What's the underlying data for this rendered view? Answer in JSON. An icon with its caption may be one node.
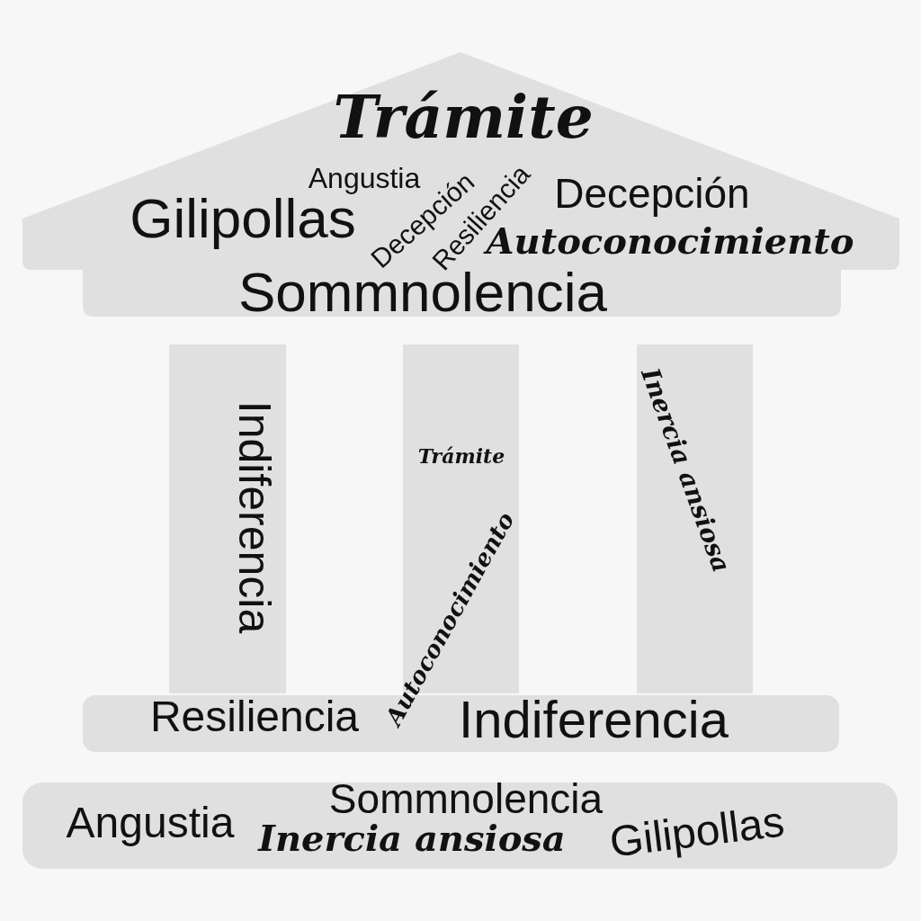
{
  "diagram": {
    "nodes": [
      {
        "text": [
          "Trámite",
          "Angustia",
          "Decepción",
          "Resiliencia",
          "Decepción",
          "Gilipollas",
          "Autoconocimiento",
          "Sommnolencia"
        ]
      },
      {
        "text": [
          "Indiferencia"
        ]
      },
      {
        "text": [
          "Trámite",
          "Autoconocimiento"
        ]
      },
      {
        "text": [
          "Inercia ansiosa"
        ]
      },
      {
        "text": [
          "Resiliencia",
          "Indiferencia"
        ]
      },
      {
        "text": [
          "Angustia",
          "Sommnolencia",
          "Inercia ansiosa",
          "Gilipollas"
        ]
      }
    ]
  }
}
